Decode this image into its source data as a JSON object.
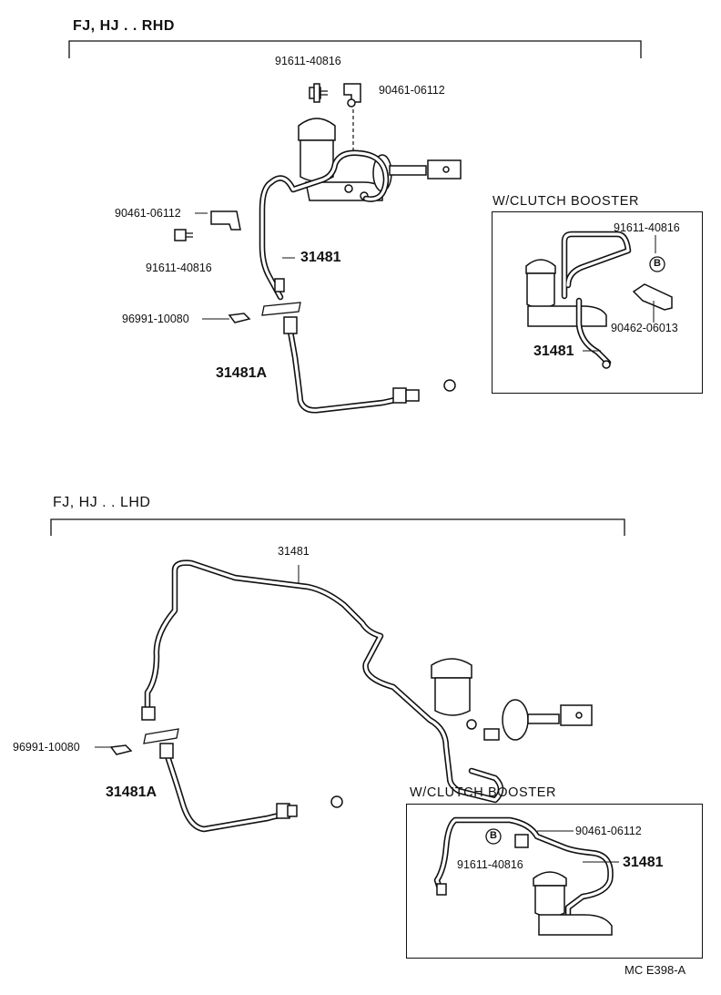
{
  "sections": {
    "rhd": {
      "title": "FJ, HJ . . RHD",
      "parts": {
        "bolt_top": "91611-40816",
        "clamp_top": "90461-06112",
        "clamp_left": "90461-06112",
        "bolt_left": "91611-40816",
        "tube": "31481",
        "clip": "96991-10080",
        "hose": "31481A"
      },
      "booster": {
        "title": "W/CLUTCH BOOSTER",
        "bolt": "91611-40816",
        "callout": "B",
        "bracket": "90462-06013",
        "tube": "31481"
      }
    },
    "lhd": {
      "title": "FJ, HJ . . LHD",
      "parts": {
        "tube": "31481",
        "clip": "96991-10080",
        "hose": "31481A"
      },
      "booster": {
        "title": "W/CLUTCH BOOSTER",
        "clamp": "90461-06112",
        "callout": "B",
        "bolt": "91611-40816",
        "tube": "31481"
      }
    }
  },
  "footer": {
    "code": "MC  E398-A"
  }
}
